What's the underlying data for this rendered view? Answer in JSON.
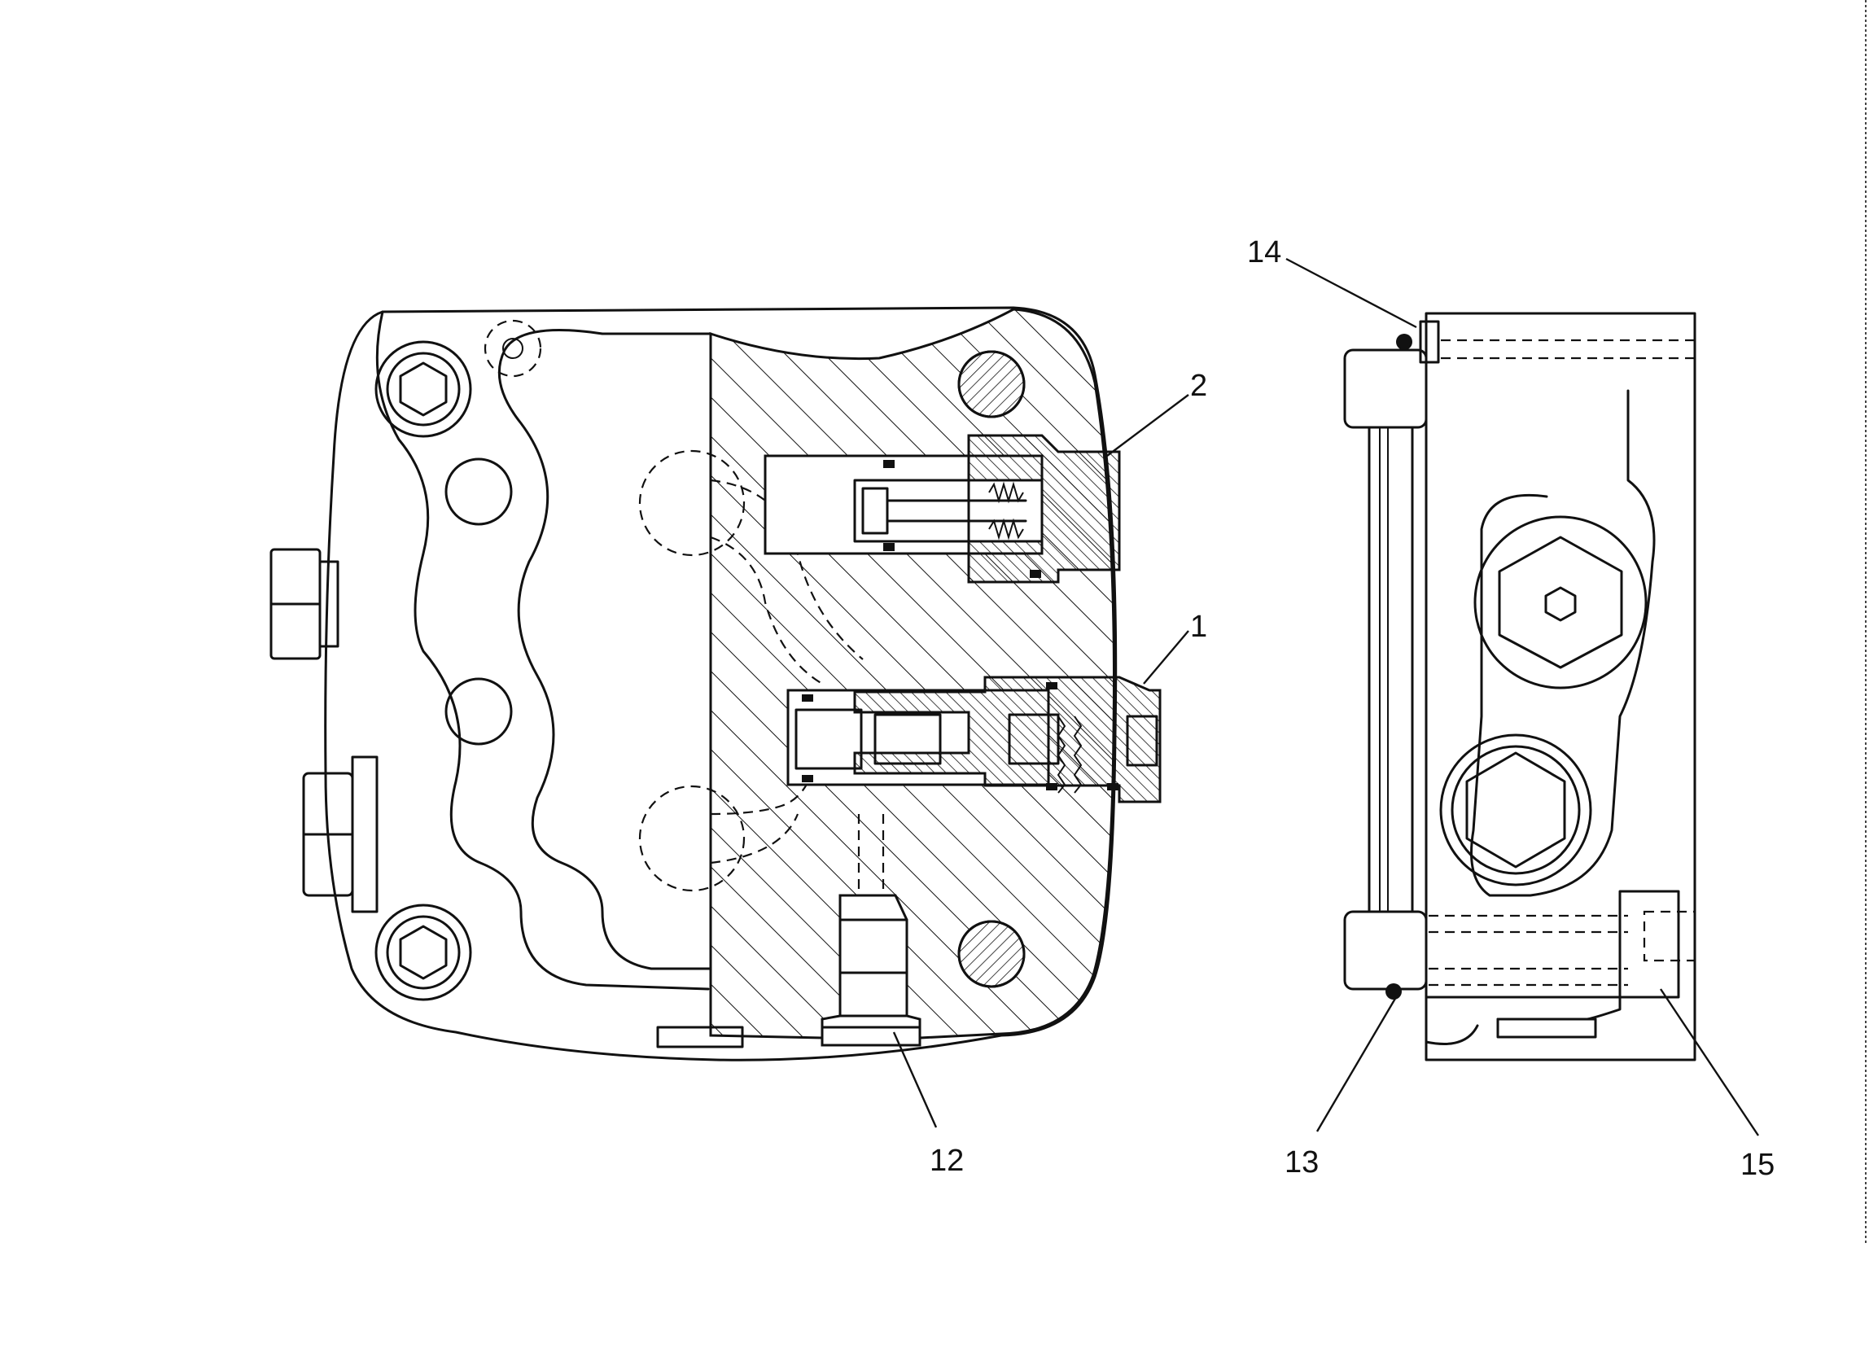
{
  "callouts": {
    "c1": "1",
    "c2": "2",
    "c12": "12",
    "c13": "13",
    "c14": "14",
    "c15": "15"
  }
}
